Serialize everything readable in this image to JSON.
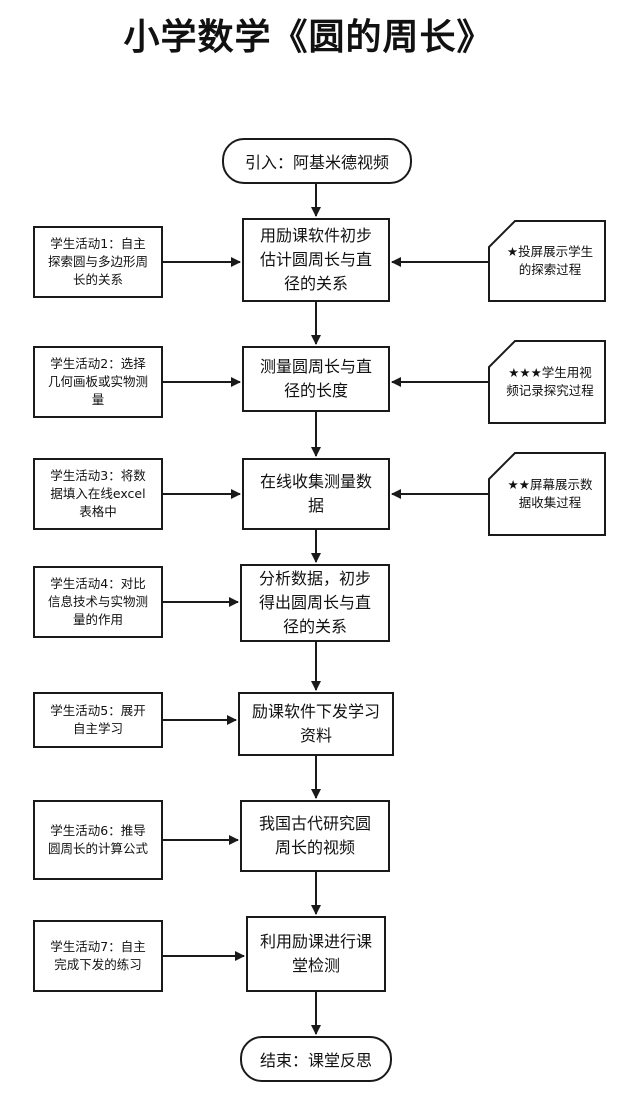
{
  "title": "小学数学《圆的周长》",
  "start": "引入：阿基米德视频",
  "end": "结束：课堂反思",
  "steps": [
    "用励课软件初步估计圆周长与直径的关系",
    "测量圆周长与直径的长度",
    "在线收集测量数据",
    "分析数据，初步得出圆周长与直径的关系",
    "励课软件下发学习资料",
    "我国古代研究圆周长的视频",
    "利用励课进行课堂检测"
  ],
  "activities": [
    "学生活动1：自主探索圆与多边形周长的关系",
    "学生活动2：选择几何画板或实物测量",
    "学生活动3：将数据填入在线excel表格中",
    "学生活动4：对比信息技术与实物测量的作用",
    "学生活动5：展开自主学习",
    "学生活动6：推导圆周长的计算公式",
    "学生活动7：自主完成下发的练习"
  ],
  "notes": [
    "★投屏展示学生的探索过程",
    "★★★学生用视频记录探究过程",
    "★★屏幕展示数据收集过程"
  ]
}
